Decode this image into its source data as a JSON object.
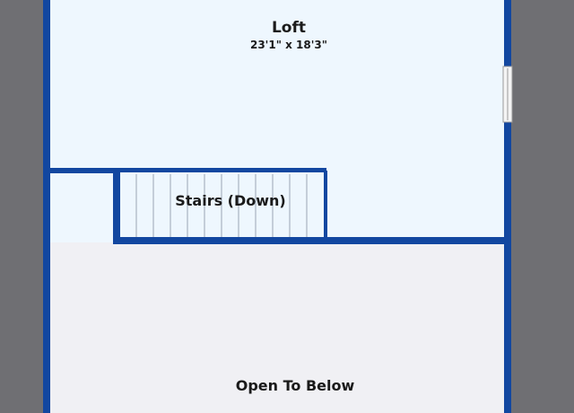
{
  "floorplan": {
    "rooms": [
      {
        "name": "Loft",
        "dimensions": "23'1\" x 18'3\""
      },
      {
        "name": "Stairs (Down)"
      },
      {
        "name": "Open To Below"
      }
    ]
  },
  "colors": {
    "background": "#6f6f73",
    "wall": "#1247a0",
    "loft_fill": "#eef7fe",
    "open_below_fill": "#f0f0f4",
    "stair_line": "#9aa6b4"
  }
}
